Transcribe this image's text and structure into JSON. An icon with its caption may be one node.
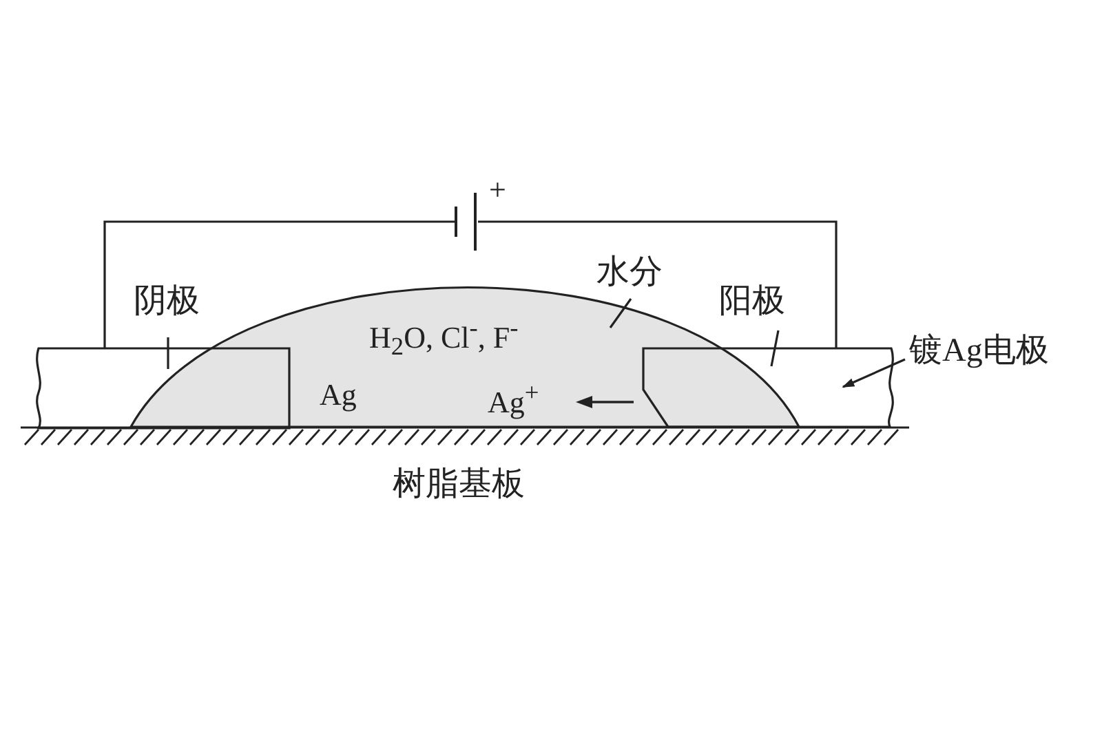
{
  "diagram": {
    "nodes": [
      {
        "text": [
          "阴极"
        ]
      },
      {
        "text": [],
        "shape": "box"
      },
      {
        "text": [
          "水分"
        ]
      },
      {
        "text": [
          "H$_{2}$O, Cl$^{-}$, F$^{-}$",
          "Ag",
          "Ag$^{+}$"
        ]
      },
      {
        "text": [
          "阳极"
        ]
      },
      {
        "text": [],
        "shape": "box"
      },
      {
        "text": [
          "镀Ag电极"
        ]
      },
      {
        "text": [],
        "shape": "battery",
        "beside": [
          "+"
        ]
      }
    ],
    "edges": [
      {
        "from": 0,
        "to": 1,
        "arrow": "none"
      },
      {
        "from": 2,
        "to": 3,
        "arrow": "none"
      },
      {
        "from": 4,
        "to": 5,
        "arrow": "none"
      },
      {
        "from": 6,
        "to": 5,
        "arrow": "to"
      },
      {
        "from": 7,
        "to": 1,
        "arrow": "none"
      },
      {
        "from": 7,
        "to": 5,
        "arrow": "none"
      }
    ],
    "labels": [
      "树脂基板"
    ]
  }
}
